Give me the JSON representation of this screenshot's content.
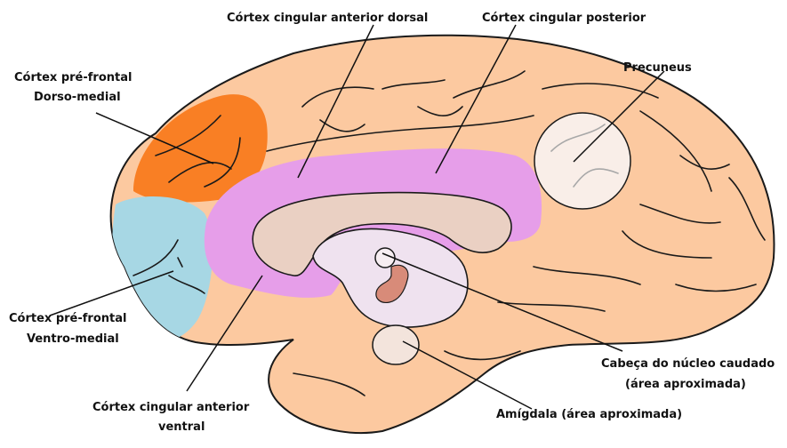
{
  "labels": {
    "dacc": "Córtex cingular anterior dorsal",
    "pcc": "Córtex cingular posterior",
    "dmpfc_line1": "Córtex pré-frontal",
    "dmpfc_line2": "Dorso-medial",
    "precuneus": "Precuneus",
    "vmpfc_line1": "Córtex pré-frontal",
    "vmpfc_line2": "Ventro-medial",
    "caudate_line1": "Cabeça do núcleo caudado",
    "caudate_line2": "(área aproximada)",
    "amygdala": "Amígdala (área aproximada)",
    "vacc_line1": "Córtex cingular anterior",
    "vacc_line2": "ventral"
  },
  "colors": {
    "brain": "#fcc9a0",
    "dmpfc": "#f97f24",
    "vmpfc": "#a7d7e4",
    "cingulate": "#e69ee9",
    "corpus_callosum": "#ead0c3",
    "thalamus": "#efe2ef",
    "precuneus": "#f9eee8",
    "amygdala": "#f3e4dc",
    "caudate": "#d88b79",
    "outline": "#1a1a1a"
  }
}
